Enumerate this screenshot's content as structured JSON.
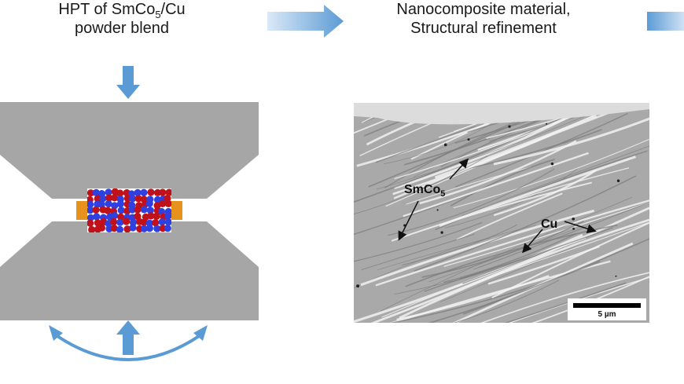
{
  "step1": {
    "title_line1_pre": "HPT of SmCo",
    "title_line1_sub": "5",
    "title_line1_post": "/Cu",
    "title_line2": "powder blend"
  },
  "step2": {
    "title_line1": "Nanocomposite material,",
    "title_line2": "Structural refinement"
  },
  "micrograph": {
    "label_smco": "SmCo",
    "label_smco_sub": "5",
    "label_cu": "Cu",
    "scale_bar": "5 µm"
  },
  "colors": {
    "arrow_blue": "#5b9bd5",
    "anvil_gray": "#a6a6a6",
    "gasket_orange": "#e8921e",
    "particle_blue": "#2f3fe0",
    "particle_red": "#c0101a"
  },
  "particles": {
    "blue_count": 58,
    "red_count": 58
  }
}
